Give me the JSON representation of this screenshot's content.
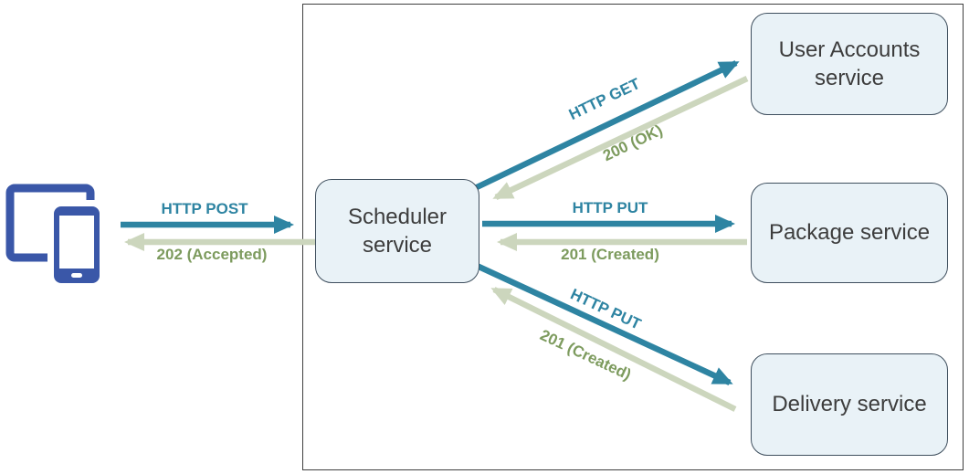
{
  "diagram": {
    "icons": {
      "client": "client-devices-icon"
    },
    "nodes": {
      "scheduler": {
        "label": "Scheduler service"
      },
      "user_accounts": {
        "label": "User Accounts service"
      },
      "package": {
        "label": "Package service"
      },
      "delivery": {
        "label": "Delivery service"
      }
    },
    "edges": {
      "client_to_scheduler": {
        "request": "HTTP POST",
        "response": "202 (Accepted)"
      },
      "scheduler_to_user_accounts": {
        "request": "HTTP GET",
        "response": "200 (OK)"
      },
      "scheduler_to_package": {
        "request": "HTTP PUT",
        "response": "201 (Created)"
      },
      "scheduler_to_delivery": {
        "request": "HTTP PUT",
        "response": "201 (Created)"
      }
    },
    "colors": {
      "request_arrow": "#2e84a2",
      "response_arrow": "#ccd6bd",
      "request_text": "#2e84a2",
      "response_text": "#7d9b5e",
      "node_fill": "#e9f2f7",
      "node_border": "#3f4f5e",
      "client_icon": "#3a57a8",
      "frame_border": "#3f3f3f"
    }
  }
}
